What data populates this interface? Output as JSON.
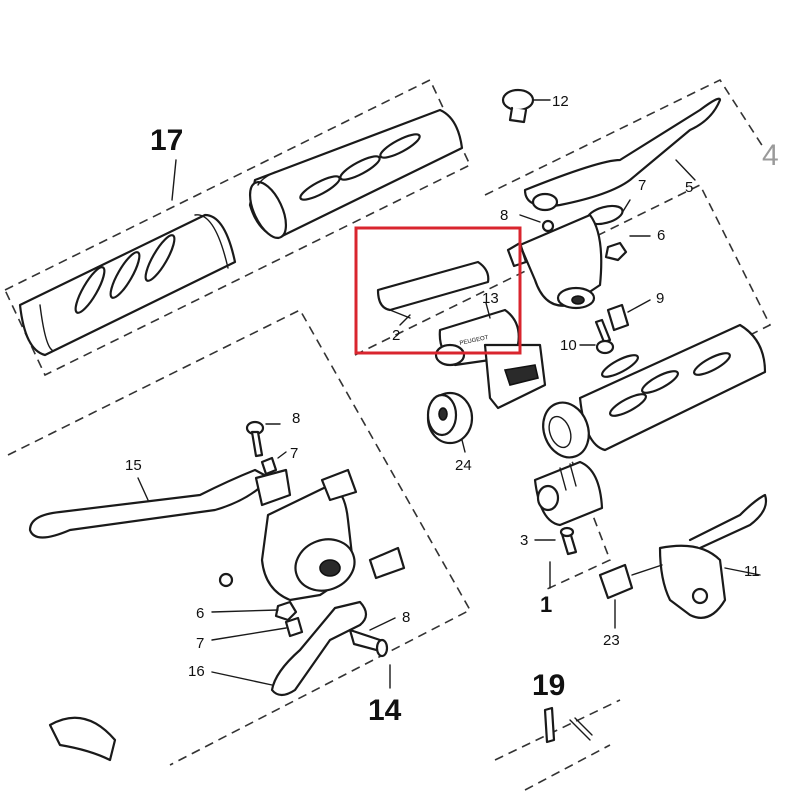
{
  "diagram": {
    "highlight_color": "#d9252e",
    "labels": {
      "p17": "17",
      "p12": "12",
      "p4": "4",
      "p5": "5",
      "p7a": "7",
      "p8a": "8",
      "p6a": "6",
      "p9": "9",
      "p10": "10",
      "p2": "2",
      "p13": "13",
      "p24": "24",
      "p15": "15",
      "p8b": "8",
      "p7b": "7",
      "p3": "3",
      "p1": "1",
      "p11": "11",
      "p23": "23",
      "p6b": "6",
      "p7c": "7",
      "p8c": "8",
      "p16": "16",
      "p14": "14",
      "p19": "19"
    },
    "brand_text": "PEUGEOT"
  }
}
